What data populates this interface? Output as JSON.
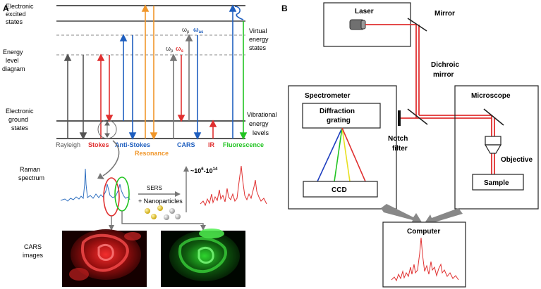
{
  "panel_a": {
    "label": "A",
    "levels": {
      "excited": [
        "Electronic",
        "excited",
        "states"
      ],
      "virtual": [
        "Virtual",
        "energy",
        "states"
      ],
      "diagram": [
        "Energy",
        "level",
        "diagram"
      ],
      "ground": [
        "Electronic",
        "ground",
        "states"
      ],
      "vibrational": [
        "Vibrational",
        "energy",
        "levels"
      ]
    },
    "processes": {
      "rayleigh": {
        "label": "Rayleigh",
        "color": "#555555"
      },
      "stokes": {
        "label": "Stokes",
        "color": "#e03030"
      },
      "anti_stokes": {
        "label": "Anti-Stokes",
        "color": "#1f5fbf"
      },
      "resonance": {
        "label": "Resonance",
        "color": "#f0962a"
      },
      "cars": {
        "label": "CARS",
        "color": "#1f5fbf"
      },
      "ir": {
        "label": "IR",
        "color": "#e03030"
      },
      "fluorescence": {
        "label": "Fluorescence",
        "color": "#22c422"
      }
    },
    "symbols": {
      "omega": "ω",
      "p": "p",
      "as": "as",
      "s": "s"
    },
    "raman": [
      "Raman",
      "spectrum"
    ],
    "sers": "SERS",
    "enhancement_base": "~10",
    "enhancement_exp1": "6",
    "enhancement_mid": "-10",
    "enhancement_exp2": "14",
    "nanoparticles": "+ Nanoparticles",
    "cars_images": [
      "CARS",
      "images"
    ]
  },
  "panel_b": {
    "label": "B",
    "laser": "Laser",
    "mirror": "Mirror",
    "dichroic": [
      "Dichroic",
      "mirror"
    ],
    "spectrometer": "Spectrometer",
    "grating": [
      "Diffraction",
      "grating"
    ],
    "notch": [
      "Notch",
      "filter"
    ],
    "ccd": "CCD",
    "microscope": "Microscope",
    "objective": "Objective",
    "sample": "Sample",
    "computer": "Computer",
    "beam_color": "#e03030"
  }
}
